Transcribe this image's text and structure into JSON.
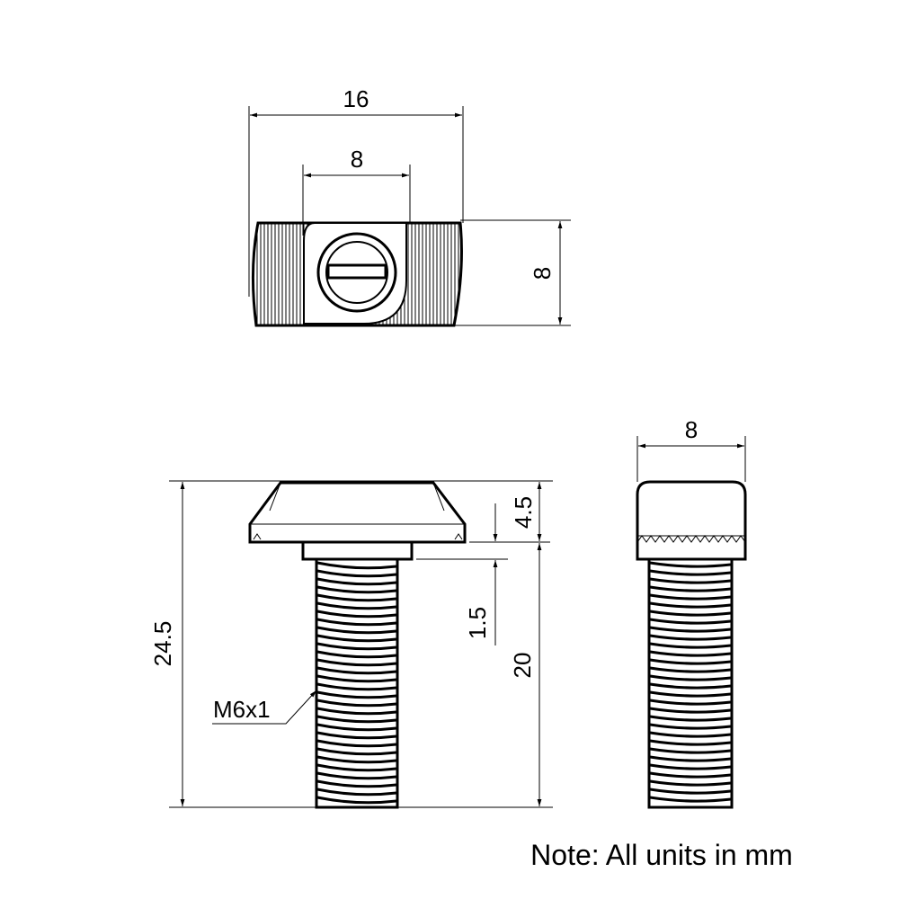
{
  "top_view": {
    "dim_overall_width": "16",
    "dim_inner_width": "8",
    "dim_height": "8"
  },
  "side_view": {
    "dim_total_length": "24.5",
    "dim_head_height": "4.5",
    "dim_collar": "1.5",
    "dim_thread_length": "20",
    "thread_label": "M6x1"
  },
  "end_view": {
    "dim_width": "8"
  },
  "note": "Note: All units in mm"
}
